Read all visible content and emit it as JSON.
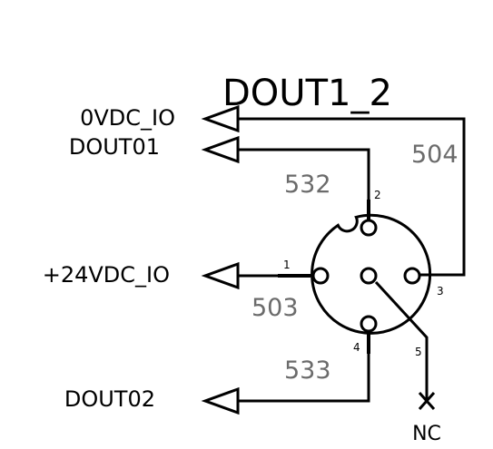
{
  "title": "DOUT1_2",
  "signals": {
    "ovdc_io": "0VDC_IO",
    "dout01": "DOUT01",
    "p24vdc_io": "+24VDC_IO",
    "dout02": "DOUT02"
  },
  "wire_numbers": {
    "w504": "504",
    "w532": "532",
    "w503": "503",
    "w533": "533"
  },
  "pin_numbers": {
    "p1": "1",
    "p2": "2",
    "p3": "3",
    "p4": "4",
    "p5": "5"
  },
  "no_connect": "NC"
}
